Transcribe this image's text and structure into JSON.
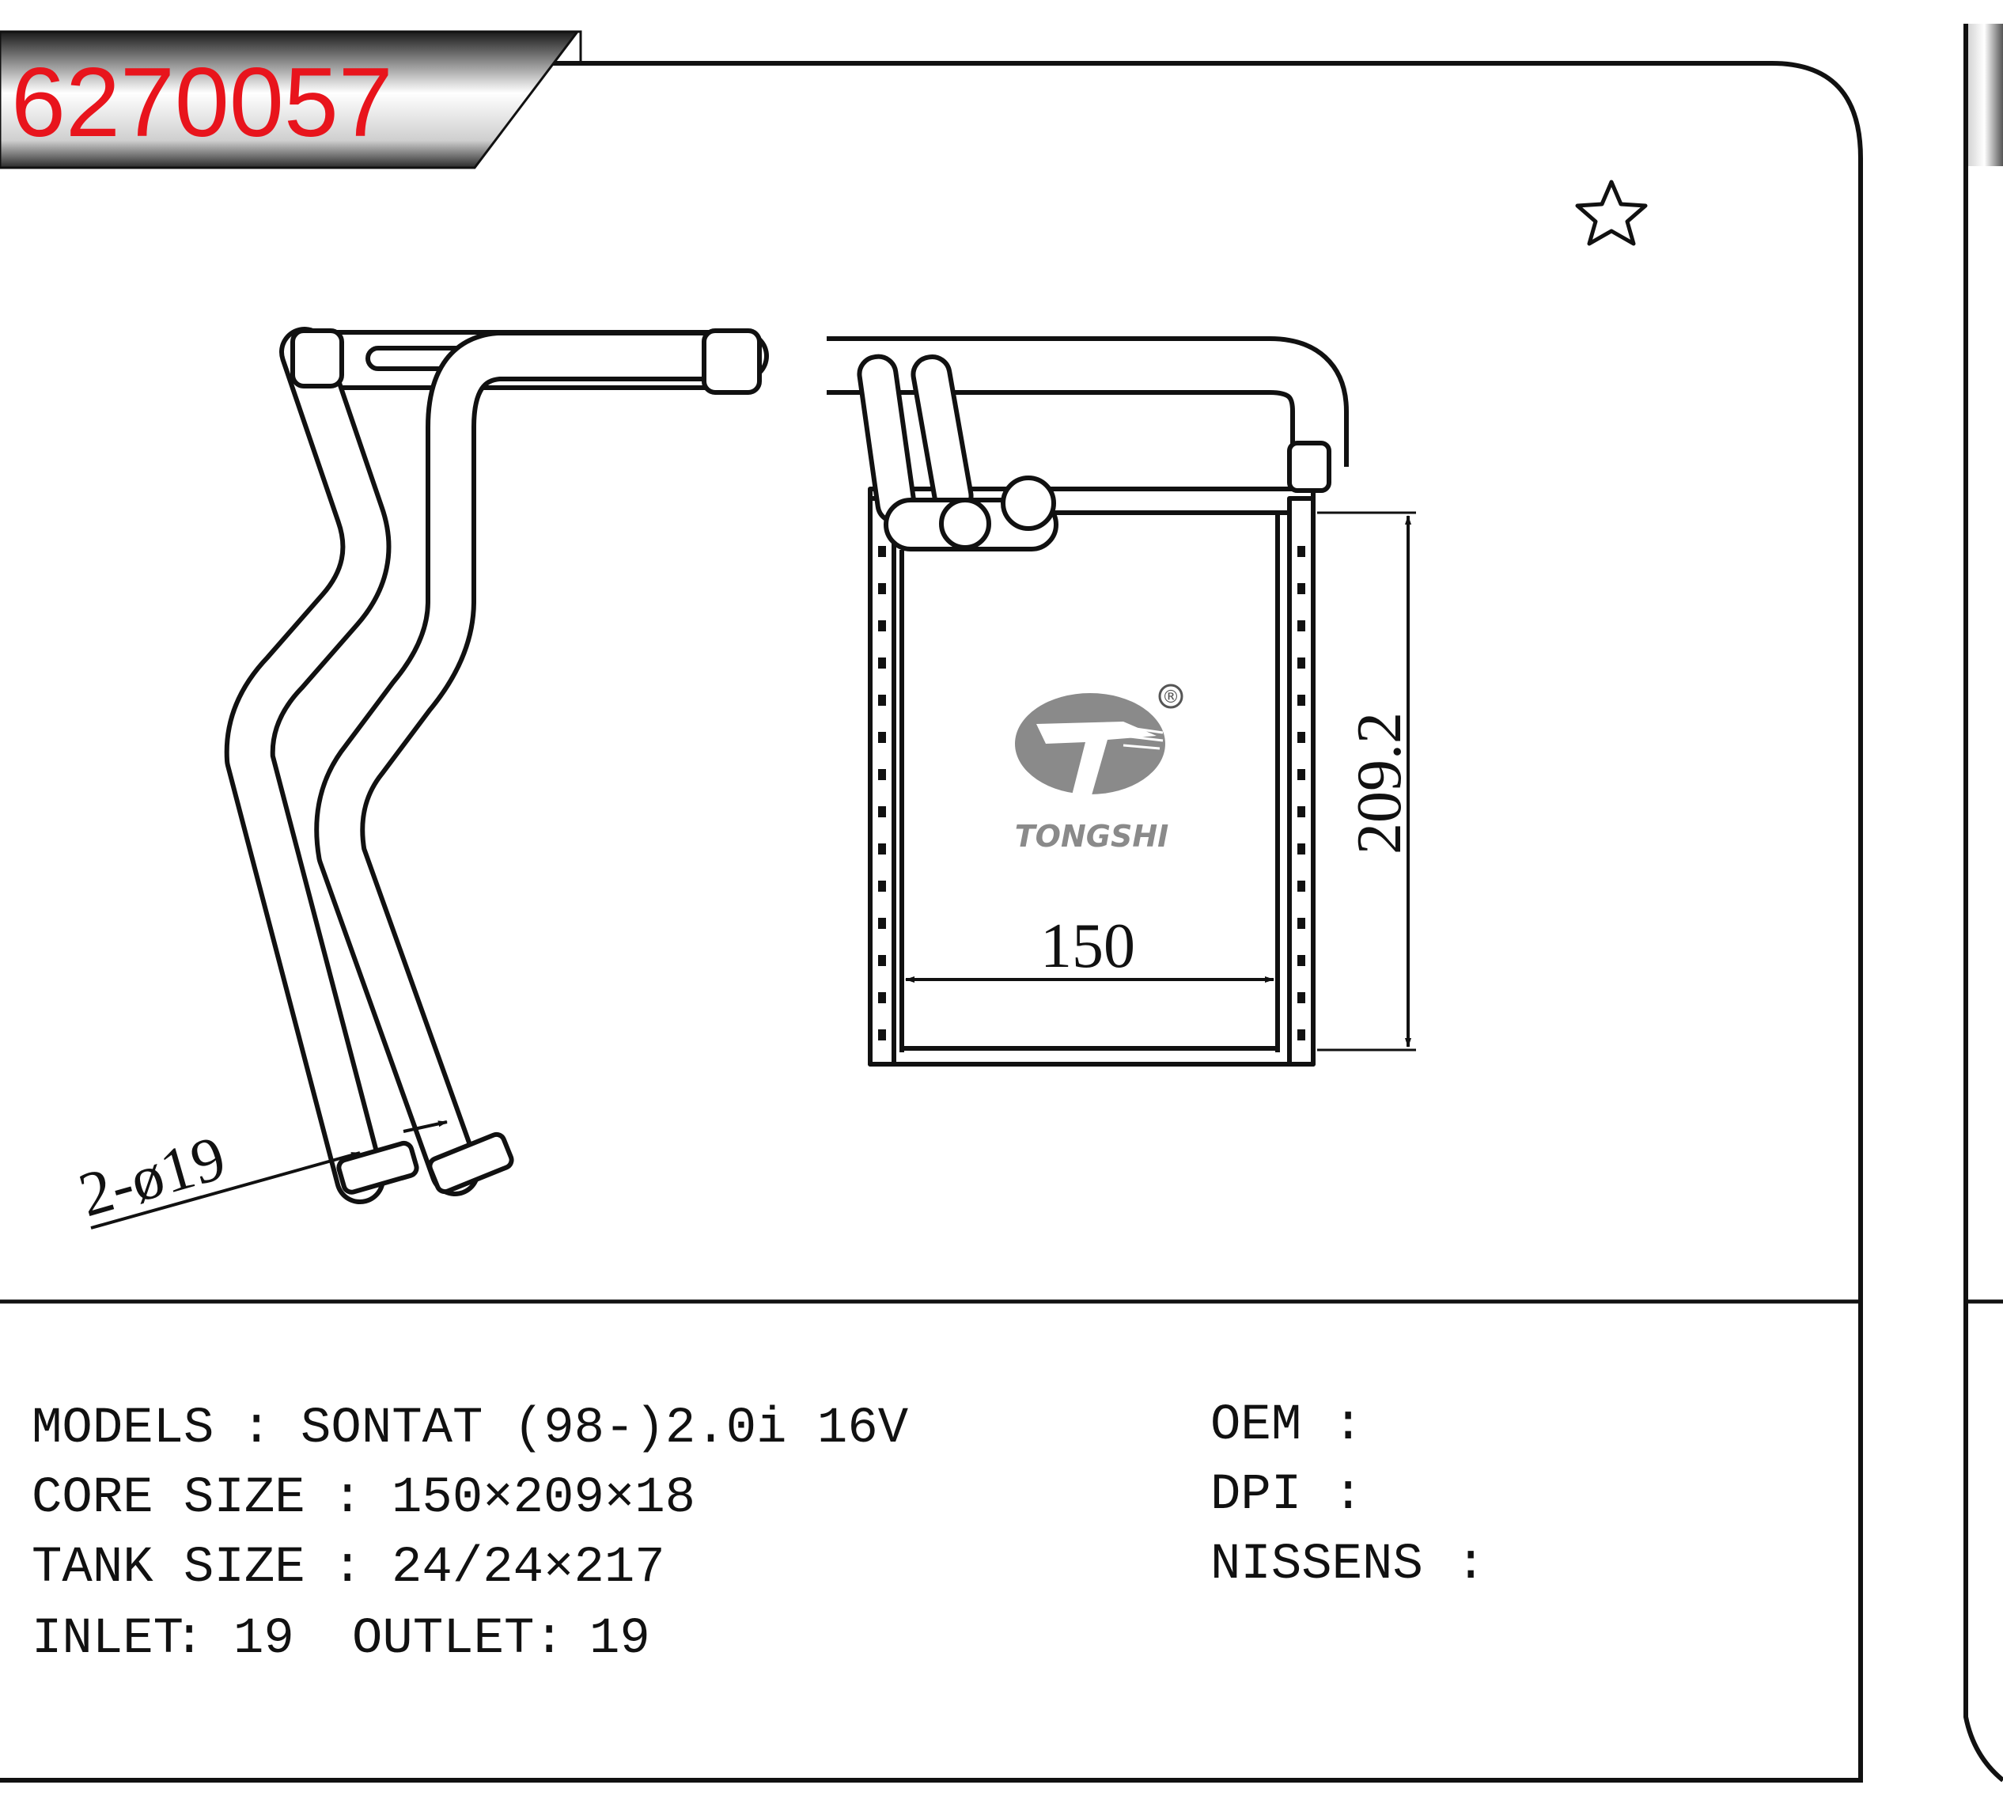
{
  "part_number": "6270057",
  "colors": {
    "part_number": "#e8141c",
    "line": "#111111",
    "logo": "#8a8a8a"
  },
  "icons": [
    "star-icon",
    "tongshi-logo-icon",
    "registered-mark-icon"
  ],
  "drawing": {
    "pipe_label": "2-ø19",
    "width_dim": "150",
    "height_dim": "209.2",
    "brand": "TONGSHI",
    "registered": "®"
  },
  "specs": {
    "models_label": "MODELS",
    "models_value": "SONTAT (98-)2.0i 16V",
    "core_label": "CORE SIZE",
    "core_value": "150×209×18",
    "tank_label": "TANK SIZE",
    "tank_value": "24/24×217",
    "inlet_label": "INLET",
    "inlet_value": "19",
    "outlet_label": "OUTLET",
    "outlet_value": "19",
    "separator": ":",
    "oem_label": "OEM",
    "dpi_label": "DPI",
    "nissens_label": "NISSENS"
  }
}
